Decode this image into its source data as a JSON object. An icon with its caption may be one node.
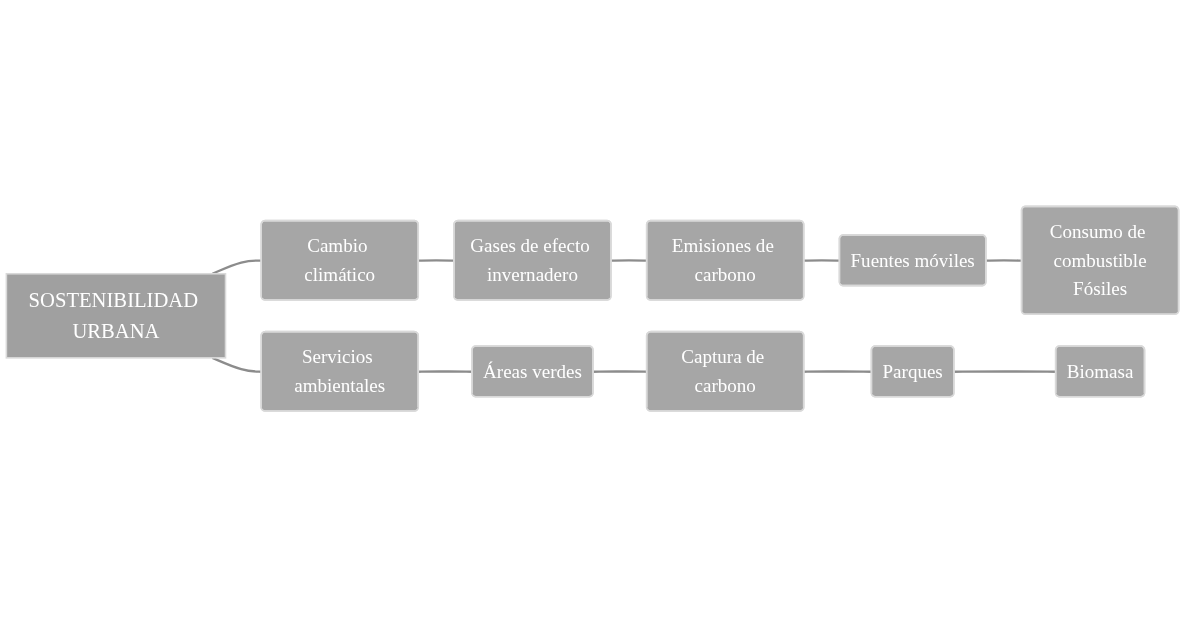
{
  "diagram": {
    "nodes": [
      {
        "text": [
          "SOSTENIBILIDAD URBANA"
        ]
      },
      {
        "text": [
          "Cambio climático"
        ]
      },
      {
        "text": [
          "Gases de efecto invernadero"
        ]
      },
      {
        "text": [
          "Emisiones de carbono"
        ]
      },
      {
        "text": [
          "Fuentes móviles"
        ]
      },
      {
        "text": [
          "Consumo de combustible",
          "Fósiles"
        ]
      },
      {
        "text": [
          "Servicios ambientales"
        ]
      },
      {
        "text": [
          "Áreas verdes"
        ]
      },
      {
        "text": [
          "Captura de carbono"
        ]
      },
      {
        "text": [
          "Parques"
        ]
      },
      {
        "text": [
          "Biomasa"
        ]
      }
    ],
    "edges": [
      {
        "from": 0,
        "to": 1,
        "arrow": "none"
      },
      {
        "from": 1,
        "to": 2,
        "arrow": "none"
      },
      {
        "from": 2,
        "to": 3,
        "arrow": "none"
      },
      {
        "from": 3,
        "to": 4,
        "arrow": "none"
      },
      {
        "from": 4,
        "to": 5,
        "arrow": "none"
      },
      {
        "from": 0,
        "to": 6,
        "arrow": "none"
      },
      {
        "from": 6,
        "to": 7,
        "arrow": "none"
      },
      {
        "from": 7,
        "to": 8,
        "arrow": "none"
      },
      {
        "from": 8,
        "to": 9,
        "arrow": "none"
      },
      {
        "from": 9,
        "to": 10,
        "arrow": "none"
      }
    ]
  }
}
